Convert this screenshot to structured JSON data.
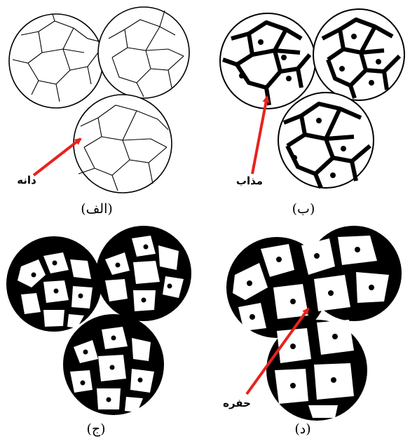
{
  "panels": [
    {
      "id": "a",
      "caption": "(الف)",
      "label": "دانه"
    },
    {
      "id": "b",
      "caption": "(ب)",
      "label": "مذاب"
    },
    {
      "id": "c",
      "caption": "(ج)",
      "label": ""
    },
    {
      "id": "d",
      "caption": "(د)",
      "label": "حفره"
    }
  ],
  "colors": {
    "ink": "#000000",
    "arrow": "#e8221c",
    "paper": "#ffffff"
  }
}
